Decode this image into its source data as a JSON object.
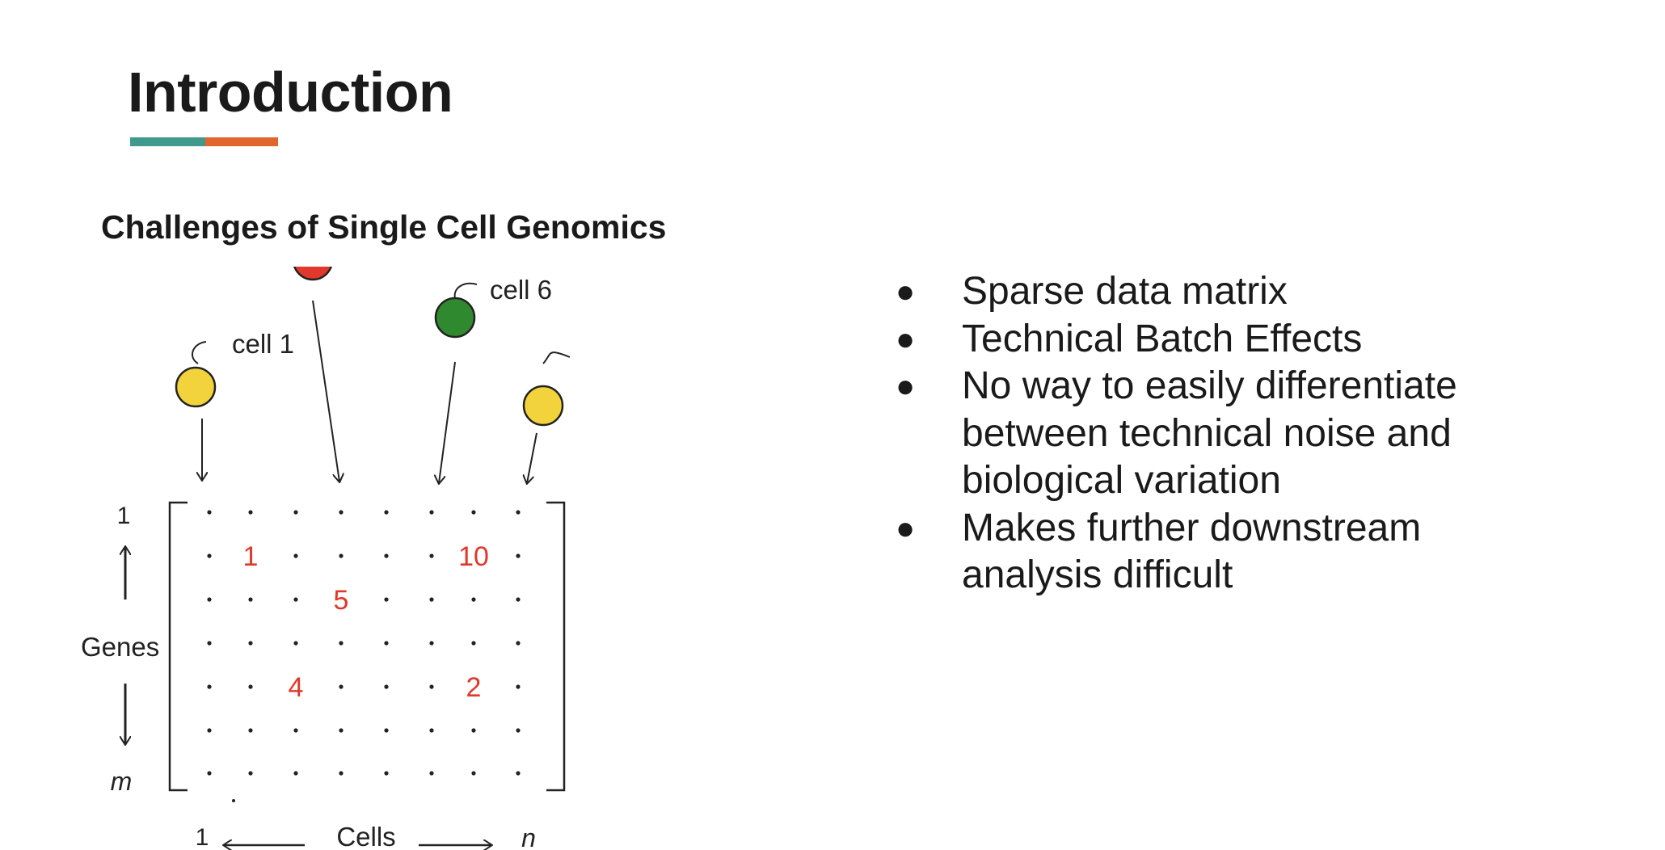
{
  "slide": {
    "title": "Introduction",
    "accent_colors": [
      "#3f9a8d",
      "#e1662d"
    ],
    "subtitle": "Challenges of Single Cell Genomics"
  },
  "figure": {
    "cell_labels": [
      "cell 1",
      "cell 6"
    ],
    "cell_colors": {
      "yellow": "#f2d33c",
      "red": "#e0382b",
      "green": "#2f8a2f"
    },
    "axis": {
      "genes_label": "Genes",
      "genes_start": "1",
      "genes_end": "m",
      "cells_label": "Cells",
      "cells_start": "1",
      "cells_end": "n"
    },
    "matrix_value_color": "#e0382b",
    "matrix_values": [
      {
        "row": 1,
        "col": 1,
        "value": "1"
      },
      {
        "row": 1,
        "col": 6,
        "value": "10"
      },
      {
        "row": 2,
        "col": 3,
        "value": "5"
      },
      {
        "row": 4,
        "col": 2,
        "value": "4"
      },
      {
        "row": 4,
        "col": 6,
        "value": "2"
      }
    ]
  },
  "bullets": [
    "Sparse data matrix",
    "Technical Batch Effects",
    "No way to easily differentiate between technical noise and biological variation",
    "Makes further downstream analysis difficult"
  ],
  "bullet_symbol": "●"
}
